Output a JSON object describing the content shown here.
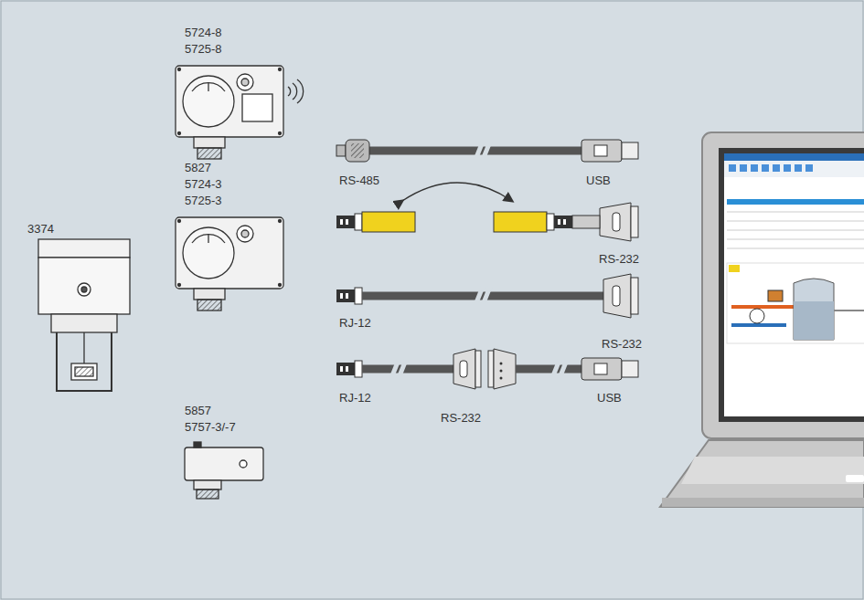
{
  "diagram": {
    "labels": [
      "5724-8",
      "5725-8",
      "RS-485",
      "USB",
      "3374",
      "5827",
      "5724-3",
      "5725-3",
      "RS-232",
      "RJ-12",
      "RS-232",
      "5857",
      "5757-3/-7",
      "RJ-12",
      "RS-232",
      "USB"
    ]
  }
}
